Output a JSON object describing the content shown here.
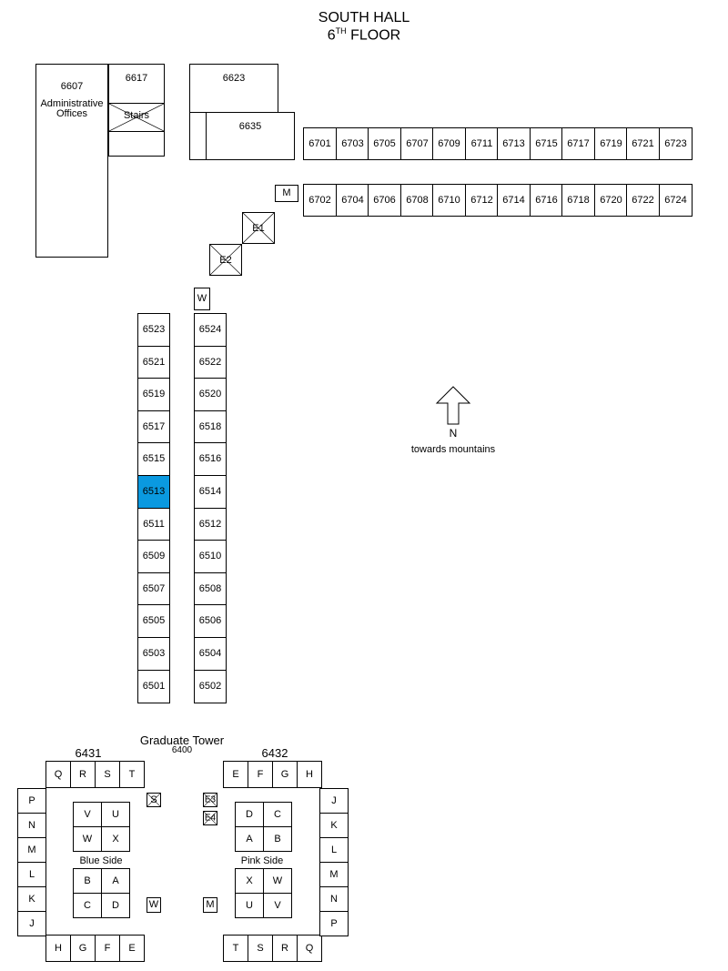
{
  "title": {
    "line1": "SOUTH HALL",
    "line2_num": "6",
    "line2_sup": "TH",
    "line2_rest": " FLOOR"
  },
  "admin": {
    "number": "6607",
    "label1": "Administrative",
    "label2": "Offices"
  },
  "rooms_top": {
    "r6617": "6617",
    "stairs": "Stairs",
    "r6623": "6623",
    "r6635": "6635"
  },
  "north_row": [
    "6701",
    "6703",
    "6705",
    "6707",
    "6709",
    "6711",
    "6713",
    "6715",
    "6717",
    "6719",
    "6721",
    "6723"
  ],
  "south_row": [
    "6702",
    "6704",
    "6706",
    "6708",
    "6710",
    "6712",
    "6714",
    "6716",
    "6718",
    "6720",
    "6722",
    "6724"
  ],
  "utility": {
    "m_top": "M",
    "e1": "E1",
    "e2": "E2",
    "w_top": "W"
  },
  "west_col": [
    "6523",
    "6521",
    "6519",
    "6517",
    "6515",
    "6513",
    "6511",
    "6509",
    "6507",
    "6505",
    "6503",
    "6501"
  ],
  "east_col": [
    "6524",
    "6522",
    "6520",
    "6518",
    "6516",
    "6514",
    "6512",
    "6510",
    "6508",
    "6506",
    "6504",
    "6502"
  ],
  "highlight_room": "6513",
  "compass": {
    "letter": "N",
    "caption": "towards mountains"
  },
  "tower": {
    "name": "Graduate Tower",
    "number": "6400",
    "left_label": "6431",
    "right_label": "6432",
    "left_top": [
      "Q",
      "R",
      "S",
      "T"
    ],
    "left_side": [
      "P",
      "N",
      "M",
      "L",
      "K",
      "J"
    ],
    "left_bottom": [
      "H",
      "G",
      "F",
      "E"
    ],
    "left_inner_top": [
      "V",
      "U",
      "W",
      "X"
    ],
    "left_inner_bottom": [
      "B",
      "A",
      "C",
      "D"
    ],
    "left_side_name": "Blue Side",
    "right_top": [
      "E",
      "F",
      "G",
      "H"
    ],
    "right_side": [
      "J",
      "K",
      "L",
      "M",
      "N",
      "P"
    ],
    "right_bottom": [
      "T",
      "S",
      "R",
      "Q"
    ],
    "right_inner_top": [
      "D",
      "C",
      "A",
      "B"
    ],
    "right_inner_bottom": [
      "X",
      "W",
      "U",
      "V"
    ],
    "right_side_name": "Pink Side",
    "s": "S",
    "e3": "E3",
    "e4": "E4",
    "w": "W",
    "m": "M"
  }
}
